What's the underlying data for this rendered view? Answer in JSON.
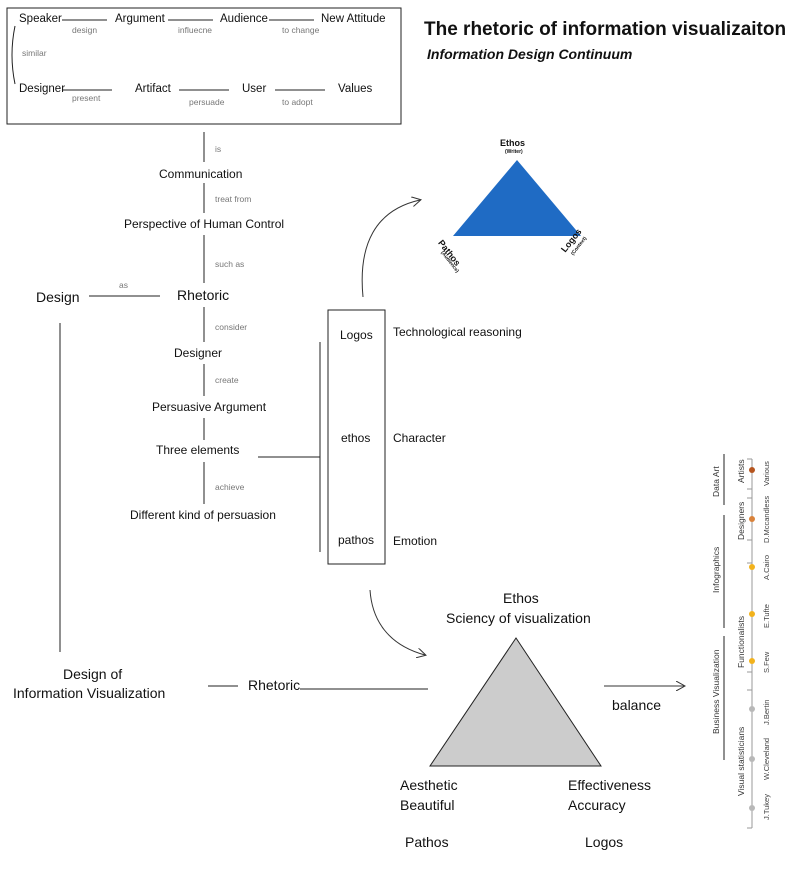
{
  "header": {
    "title": "The rhetoric of information visualizaiton",
    "subtitle": "Information Design Continuum"
  },
  "analogy_box": {
    "row1": [
      "Speaker",
      "Argument",
      "Audience",
      "New Attitude"
    ],
    "row1_links": [
      "design",
      "influecne",
      "to change"
    ],
    "row2": [
      "Designer",
      "Artifact",
      "User",
      "Values"
    ],
    "row2_links": [
      "present",
      "persuade",
      "to adopt"
    ],
    "similar": "similar"
  },
  "flow": {
    "is": "is",
    "communication": "Communication",
    "treat_from": "treat from",
    "perspective": "Perspective of Human Control",
    "such_as": "such as",
    "rhetoric": "Rhetoric",
    "design": "Design",
    "as": "as",
    "consider": "consider",
    "designer": "Designer",
    "create": "create",
    "persuasive": "Persuasive Argument",
    "three": "Three elements",
    "achieve": "achieve",
    "different": "Different kind of persuasion"
  },
  "appeals_box": {
    "items": [
      "Logos",
      "ethos",
      "pathos"
    ],
    "meanings": [
      "Technological reasoning",
      "Character",
      "Emotion"
    ]
  },
  "small_triangle": {
    "top": "Ethos",
    "top_sub": "(Writer)",
    "left": "Pathos",
    "left_sub": "(Audience)",
    "right": "Logos",
    "right_sub": "(Context)",
    "color": "#1f6bc4"
  },
  "bottom": {
    "design_of_line1": "Design of",
    "design_of_line2": "Information Visualization",
    "rhetoric": "Rhetoric",
    "ethos": "Ethos",
    "sciency": "Sciency of visualization",
    "aesthetic": "Aesthetic",
    "beautiful": "Beautiful",
    "effectiveness": "Effectiveness",
    "accuracy": "Accuracy",
    "pathos": "Pathos",
    "logos": "Logos",
    "balance": "balance",
    "triangle_color": "#cccccc"
  },
  "timeline": {
    "outer": [
      "Data Art",
      "Infographics",
      "Business Visualization"
    ],
    "groups": [
      "Artists",
      "Designers",
      "Functionalists",
      "Visual statisticians"
    ],
    "names": [
      "Various",
      "D.Mccandless",
      "A.Cairo",
      "E.Tufte",
      "S.Few",
      "J.Bertin",
      "W.Cleveland",
      "J.Tukey"
    ],
    "colors": {
      "artists": "#b5541e",
      "designers": "#d9823a",
      "functionalists": "#f2b21c",
      "statisticians": "#b8b8b8"
    }
  }
}
